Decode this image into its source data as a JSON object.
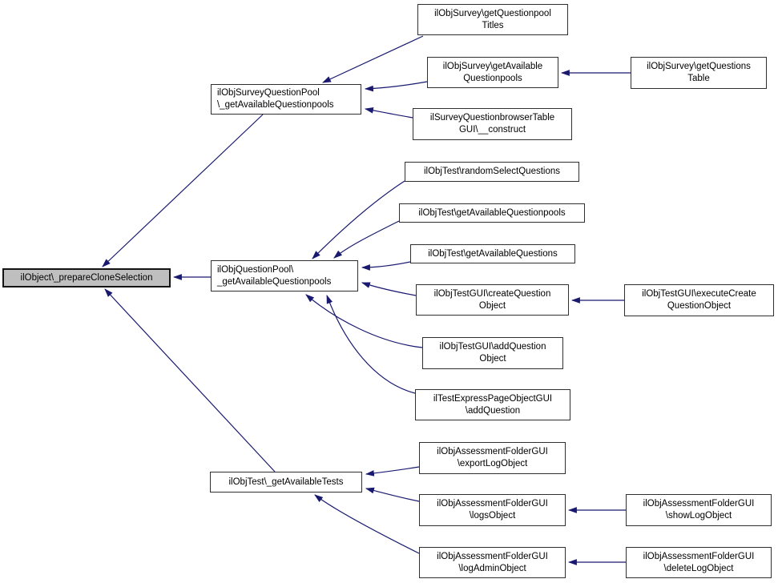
{
  "diagram": {
    "type": "call-graph",
    "background_color": "#ffffff",
    "edge_color": "#191970",
    "node_border_color": "#2f2f2f",
    "node_fill_color": "#ffffff",
    "main_node_fill_color": "#bfbfbf",
    "nodes": [
      {
        "id": "prepare",
        "main": true,
        "lines": [
          "ilObject\\_prepareCloneSelection"
        ]
      },
      {
        "id": "surveyPool",
        "main": false,
        "lines": [
          "ilObjSurveyQuestionPool",
          "\\_getAvailableQuestionpools"
        ]
      },
      {
        "id": "questionPool",
        "main": false,
        "lines": [
          "ilObjQuestionPool\\",
          "_getAvailableQuestionpools"
        ]
      },
      {
        "id": "availTests",
        "main": false,
        "lines": [
          "ilObjTest\\_getAvailableTests"
        ]
      },
      {
        "id": "qpTitles",
        "main": false,
        "lines": [
          "ilObjSurvey\\getQuestionpool",
          "Titles"
        ]
      },
      {
        "id": "surveyAvailQp",
        "main": false,
        "lines": [
          "ilObjSurvey\\getAvailable",
          "Questionpools"
        ]
      },
      {
        "id": "browserCtor",
        "main": false,
        "lines": [
          "ilSurveyQuestionbrowserTable",
          "GUI\\__construct"
        ]
      },
      {
        "id": "questionsTable",
        "main": false,
        "lines": [
          "ilObjSurvey\\getQuestions",
          "Table"
        ]
      },
      {
        "id": "randomSelect",
        "main": false,
        "lines": [
          "ilObjTest\\randomSelectQuestions"
        ]
      },
      {
        "id": "testAvailQp",
        "main": false,
        "lines": [
          "ilObjTest\\getAvailableQuestionpools"
        ]
      },
      {
        "id": "testAvailQ",
        "main": false,
        "lines": [
          "ilObjTest\\getAvailableQuestions"
        ]
      },
      {
        "id": "createQObj",
        "main": false,
        "lines": [
          "ilObjTestGUI\\createQuestion",
          "Object"
        ]
      },
      {
        "id": "execCreateQObj",
        "main": false,
        "lines": [
          "ilObjTestGUI\\executeCreate",
          "QuestionObject"
        ]
      },
      {
        "id": "addQObj",
        "main": false,
        "lines": [
          "ilObjTestGUI\\addQuestion",
          "Object"
        ]
      },
      {
        "id": "expressAddQ",
        "main": false,
        "lines": [
          "ilTestExpressPageObjectGUI",
          "\\addQuestion"
        ]
      },
      {
        "id": "exportLog",
        "main": false,
        "lines": [
          "ilObjAssessmentFolderGUI",
          "\\exportLogObject"
        ]
      },
      {
        "id": "logsObj",
        "main": false,
        "lines": [
          "ilObjAssessmentFolderGUI",
          "\\logsObject"
        ]
      },
      {
        "id": "showLog",
        "main": false,
        "lines": [
          "ilObjAssessmentFolderGUI",
          "\\showLogObject"
        ]
      },
      {
        "id": "logAdmin",
        "main": false,
        "lines": [
          "ilObjAssessmentFolderGUI",
          "\\logAdminObject"
        ]
      },
      {
        "id": "deleteLog",
        "main": false,
        "lines": [
          "ilObjAssessmentFolderGUI",
          "\\deleteLogObject"
        ]
      }
    ],
    "edges": [
      {
        "from": "surveyPool",
        "to": "prepare"
      },
      {
        "from": "questionPool",
        "to": "prepare"
      },
      {
        "from": "availTests",
        "to": "prepare"
      },
      {
        "from": "qpTitles",
        "to": "surveyPool"
      },
      {
        "from": "surveyAvailQp",
        "to": "surveyPool"
      },
      {
        "from": "browserCtor",
        "to": "surveyPool"
      },
      {
        "from": "questionsTable",
        "to": "surveyAvailQp"
      },
      {
        "from": "randomSelect",
        "to": "questionPool"
      },
      {
        "from": "testAvailQp",
        "to": "questionPool"
      },
      {
        "from": "testAvailQ",
        "to": "questionPool"
      },
      {
        "from": "createQObj",
        "to": "questionPool"
      },
      {
        "from": "addQObj",
        "to": "questionPool"
      },
      {
        "from": "expressAddQ",
        "to": "questionPool"
      },
      {
        "from": "execCreateQObj",
        "to": "createQObj"
      },
      {
        "from": "exportLog",
        "to": "availTests"
      },
      {
        "from": "logsObj",
        "to": "availTests"
      },
      {
        "from": "logAdmin",
        "to": "availTests"
      },
      {
        "from": "showLog",
        "to": "logsObj"
      },
      {
        "from": "deleteLog",
        "to": "logAdmin"
      }
    ]
  }
}
